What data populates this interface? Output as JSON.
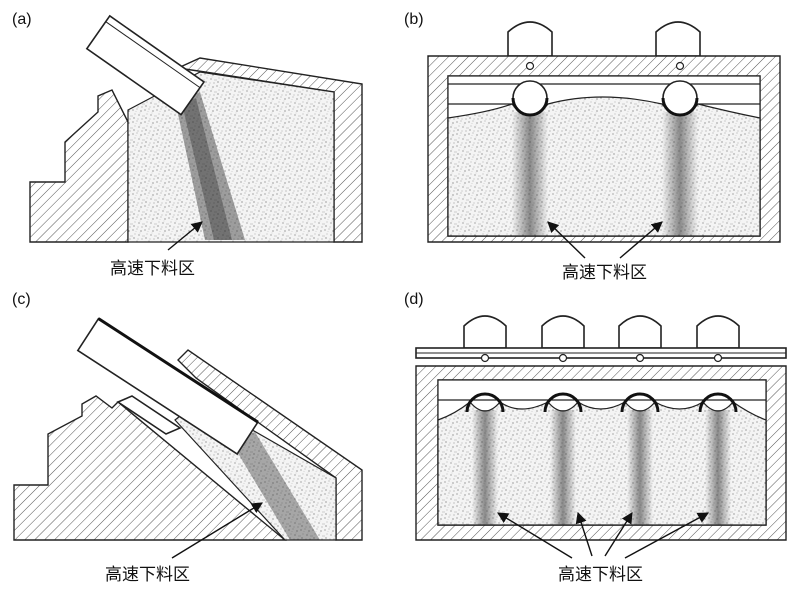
{
  "panels": {
    "a": {
      "label": "(a)",
      "zone_label": "高速下料区"
    },
    "b": {
      "label": "(b)",
      "zone_label": "高速下料区"
    },
    "c": {
      "label": "(c)",
      "zone_label": "高速下料区"
    },
    "d": {
      "label": "(d)",
      "zone_label": "高速下料区"
    }
  },
  "colors": {
    "line": "#222222",
    "hatch": "#444444",
    "particles_light": "#bdbdbd",
    "particles_dark": "#3a3a3a"
  }
}
